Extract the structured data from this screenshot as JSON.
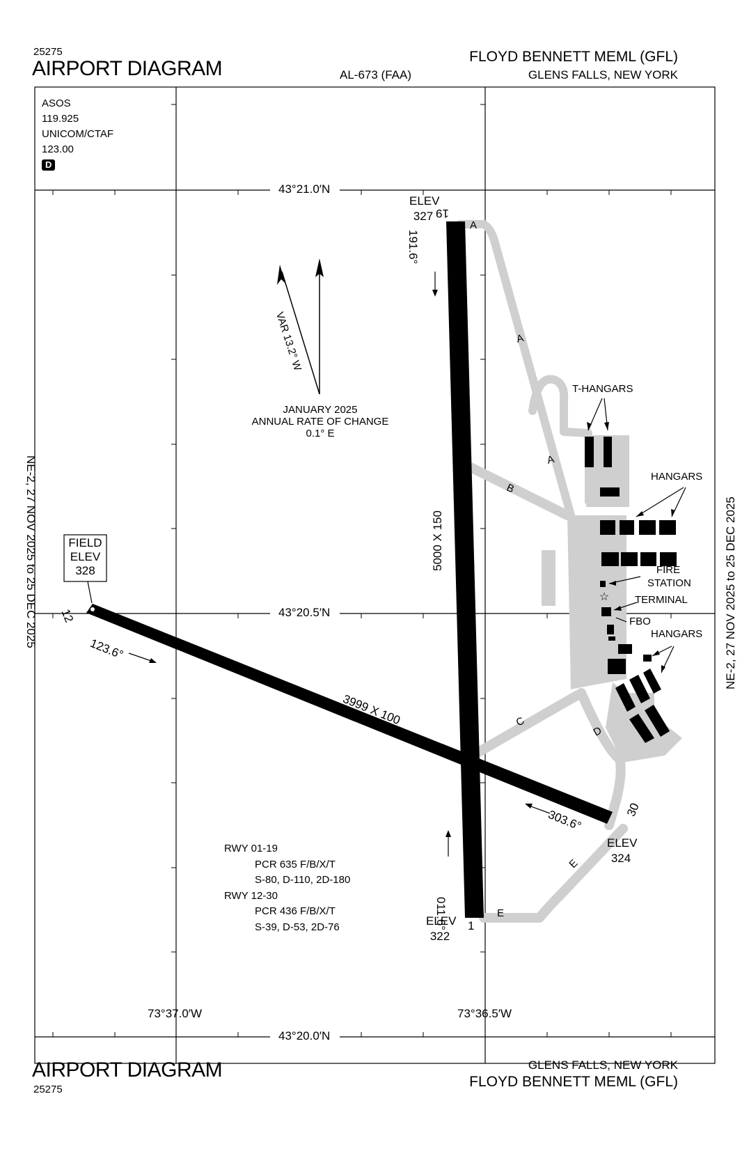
{
  "header": {
    "chart_number": "25275",
    "title": "AIRPORT DIAGRAM",
    "procedure_id": "AL-673 (FAA)",
    "airport_name": "FLOYD BENNETT MEML (GFL)",
    "city_state": "GLENS FALLS, NEW YORK"
  },
  "footer": {
    "chart_number": "25275",
    "title": "AIRPORT DIAGRAM",
    "airport_name": "FLOYD BENNETT MEML (GFL)",
    "city_state": "GLENS FALLS, NEW YORK"
  },
  "side_labels": {
    "left": "NE-2, 27 NOV 2025 to 25 DEC 2025",
    "right": "NE-2, 27 NOV 2025 to 25 DEC 2025"
  },
  "comms": {
    "asos_label": "ASOS",
    "asos_freq": "119.925",
    "unicom_label": "UNICOM/CTAF",
    "unicom_freq": "123.00",
    "badge": "D"
  },
  "grid_labels": {
    "lat_top": "43°21.0′N",
    "lat_mid": "43°20.5′N",
    "lat_bottom": "43°20.0′N",
    "lon_left": "73°37.0′W",
    "lon_right": "73°36.5′W"
  },
  "magnetic": {
    "var_label": "VAR 13.2° W",
    "date": "JANUARY 2025",
    "rate_label": "ANNUAL RATE OF CHANGE",
    "rate_value": "0.1° E"
  },
  "field_elev": {
    "line1": "FIELD",
    "line2": "ELEV",
    "value": "328"
  },
  "runways": {
    "rwy_01_19": {
      "dimensions": "5000 X 150",
      "end_19_label": "19",
      "end_01_label": "1",
      "heading_19": "191.6°",
      "heading_01": "011.6°",
      "elev_19_label": "ELEV",
      "elev_19_value": "327",
      "elev_01_label": "ELEV",
      "elev_01_value": "322"
    },
    "rwy_12_30": {
      "dimensions": "3999 X 100",
      "end_12_label": "12",
      "end_30_label": "30",
      "heading_12": "123.6°",
      "heading_30": "303.6°",
      "elev_30_label": "ELEV",
      "elev_30_value": "324"
    }
  },
  "taxiways": [
    "A",
    "A",
    "A",
    "B",
    "C",
    "D",
    "E",
    "E"
  ],
  "facilities": {
    "t_hangars": "T-HANGARS",
    "hangars_north": "HANGARS",
    "fire_station_1": "FIRE",
    "fire_station_2": "STATION",
    "terminal": "TERMINAL",
    "fbo": "FBO",
    "hangars_south": "HANGARS"
  },
  "runway_data": {
    "rwy1_id": "RWY 01-19",
    "rwy1_pcr": "PCR 635 F/B/X/T",
    "rwy1_weights": "S-80, D-110, 2D-180",
    "rwy2_id": "RWY 12-30",
    "rwy2_pcr": "PCR 436 F/B/X/T",
    "rwy2_weights": "S-39, D-53, 2D-76"
  }
}
